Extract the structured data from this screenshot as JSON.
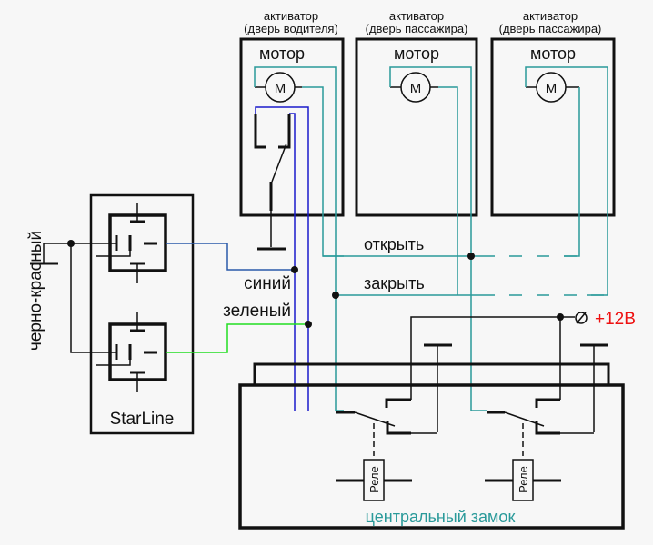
{
  "colors": {
    "background": "#f7f7f7",
    "black": "#111111",
    "teal": "#2a9a9a",
    "blue_wire": "#1a1acc",
    "blue_wire_starline": "#2a5aaa",
    "green_wire": "#22dd22",
    "red_label": "#ee1111"
  },
  "actuators": [
    {
      "title_line1": "активатор",
      "title_line2": "(дверь водителя)",
      "motor_label": "мотор",
      "motor_symbol": "M"
    },
    {
      "title_line1": "активатор",
      "title_line2": "(дверь пассажира)",
      "motor_label": "мотор",
      "motor_symbol": "M"
    },
    {
      "title_line1": "активатор",
      "title_line2": "(дверь пассажира)",
      "motor_label": "мотор",
      "motor_symbol": "M"
    }
  ],
  "wire_labels": {
    "open": "открыть",
    "close": "закрыть",
    "blue": "синий",
    "green": "зеленый",
    "black_red": "черно-красный",
    "power": "+12В"
  },
  "starline": {
    "label": "StarLine"
  },
  "central_lock": {
    "label": "центральный замок",
    "relay_label": "Реле"
  }
}
